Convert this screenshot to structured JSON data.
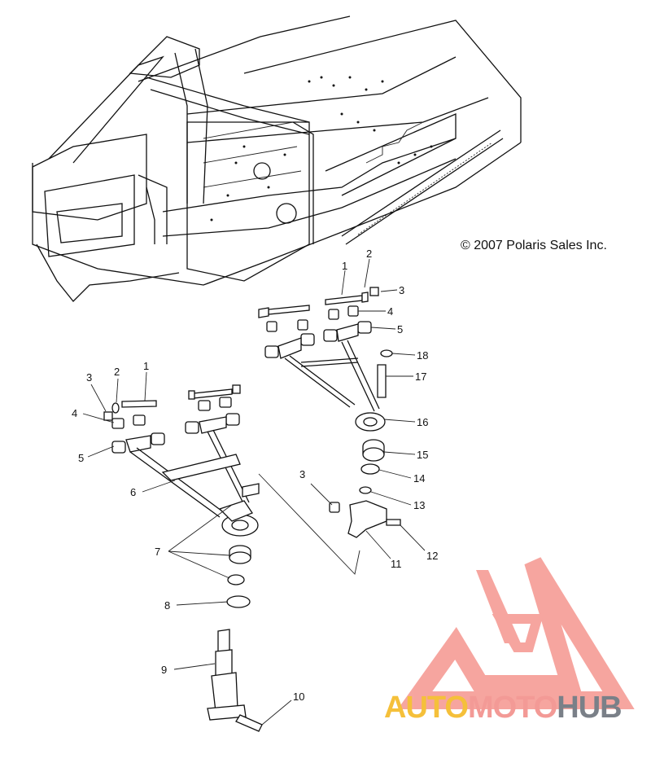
{
  "copyright": "© 2007 Polaris Sales Inc.",
  "watermark": {
    "part1": "AUTO",
    "part2": "MOTO",
    "part3": "HUB",
    "colors": {
      "part1": "#f5c03a",
      "part2": "#f39a96",
      "part3": "#7a8088",
      "logo": "#f5968f"
    }
  },
  "callouts": {
    "upper_right": [
      "1",
      "2",
      "3",
      "4",
      "5",
      "18",
      "17",
      "16",
      "15",
      "14",
      "13",
      "12",
      "11",
      "3"
    ],
    "left": [
      "3",
      "2",
      "1",
      "4",
      "5",
      "6",
      "7",
      "8",
      "9",
      "10"
    ]
  }
}
